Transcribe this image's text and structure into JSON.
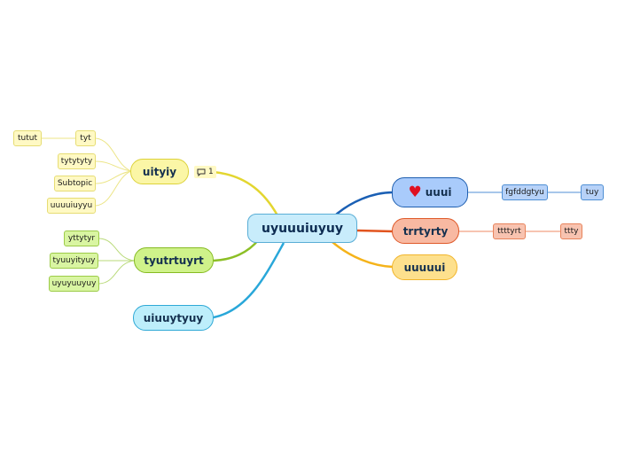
{
  "central": {
    "label": "uyuuuiuyuy"
  },
  "left_branches": {
    "uityiy": {
      "label": "uityiy",
      "note_count": "1",
      "children": {
        "tyt": "tyt",
        "tutut": "tutut",
        "tytytyty": "tytytyty",
        "subtopic": "Subtopic",
        "uuuuiuyyu": "uuuuiuyyu"
      }
    },
    "tyutrtuyrt": {
      "label": "tyutrtuyrt",
      "children": {
        "yttytyr": "yttytyr",
        "tyuuyityuy": "tyuuyityuy",
        "uyuyuuyuy": "uyuyuuyuy"
      }
    },
    "uiuuytyuy": {
      "label": "uiuuytyuy"
    }
  },
  "right_branches": {
    "uuui": {
      "label": "uuui",
      "icon": "heart-icon",
      "children": {
        "fgfddgtyu": "fgfddgtyu",
        "tuy": "tuy"
      }
    },
    "trrtyrty": {
      "label": "trrtyrty",
      "children": {
        "ttttyrt": "ttttyrt",
        "ttty": "ttty"
      }
    },
    "uuuuui": {
      "label": "uuuuui"
    }
  },
  "colors": {
    "yellow_line": "#e3d630",
    "green_line": "#8cbf26",
    "cyan_line": "#29a7d9",
    "blue_line": "#1a5fb4",
    "red_line": "#e2541e",
    "orange_line": "#f5b31a"
  }
}
